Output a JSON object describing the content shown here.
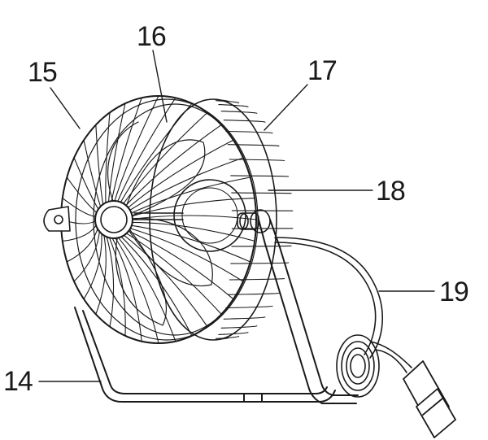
{
  "diagram": {
    "callouts": [
      {
        "id": "14",
        "label": "14"
      },
      {
        "id": "15",
        "label": "15"
      },
      {
        "id": "16",
        "label": "16"
      },
      {
        "id": "17",
        "label": "17"
      },
      {
        "id": "18",
        "label": "18"
      },
      {
        "id": "19",
        "label": "19"
      }
    ],
    "line_color": "#1a1a1a",
    "background": "#ffffff"
  }
}
